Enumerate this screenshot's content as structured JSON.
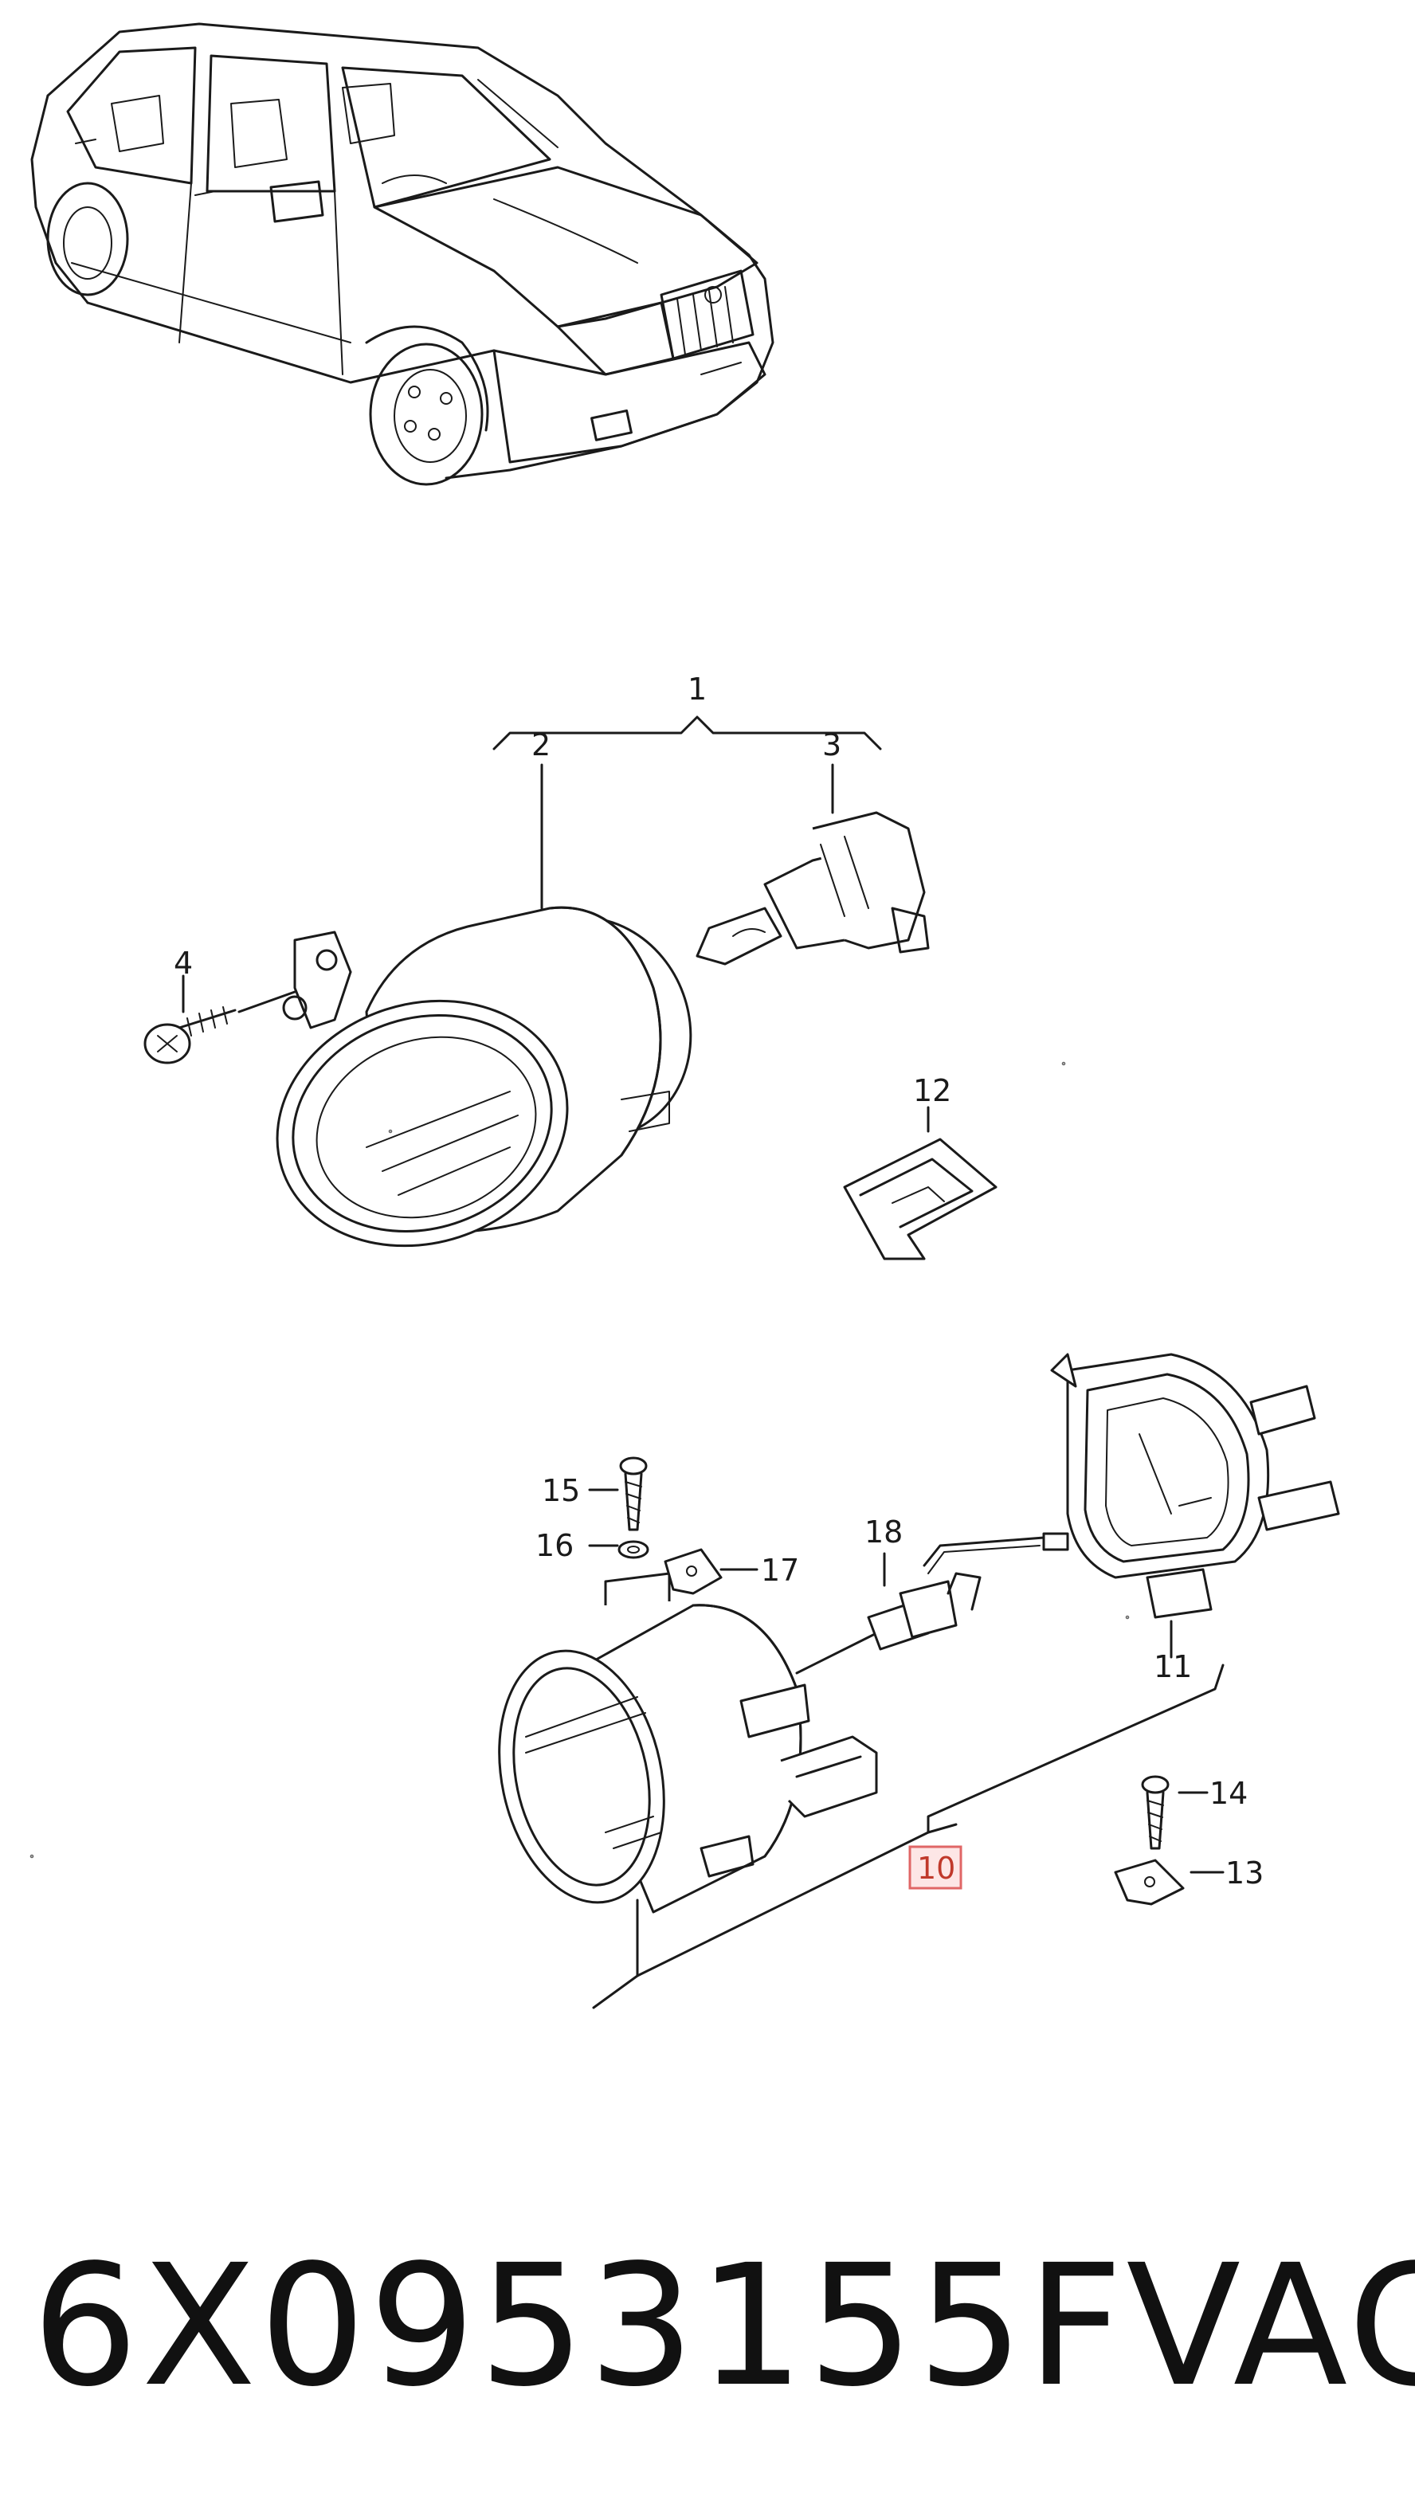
{
  "labels": {
    "l1": "1",
    "l2": "2",
    "l3": "3",
    "l4": "4",
    "l10": "10",
    "l11": "11",
    "l12": "12",
    "l13": "13",
    "l14": "14",
    "l15": "15",
    "l16": "16",
    "l17": "17",
    "l18": "18"
  },
  "highlight_color": "#e06666",
  "footer": {
    "part_number": "6X0953155F",
    "brand": "VAG"
  }
}
